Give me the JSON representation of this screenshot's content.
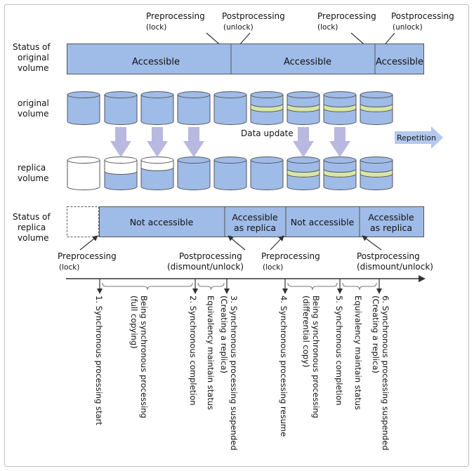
{
  "labels": {
    "status_original_1": "Status of",
    "status_original_2": "original",
    "status_original_3": "volume",
    "original_volume_1": "original",
    "original_volume_2": "volume",
    "replica_volume_1": "replica",
    "replica_volume_2": "volume",
    "status_replica_1": "Status of",
    "status_replica_2": "replica",
    "status_replica_3": "volume"
  },
  "original_status": {
    "segments": [
      "Accessible",
      "Accessible",
      "Accessible"
    ]
  },
  "top_annotations": {
    "pre1_a": "Preprocessing",
    "pre1_b": "(lock)",
    "post1_a": "Postprocessing",
    "post1_b": "(unlock)",
    "pre2_a": "Preprocessing",
    "pre2_b": "(lock)",
    "post2_a": "Postprocessing",
    "post2_b": "(unlock)"
  },
  "middle": {
    "data_update": "Data update",
    "repetition": "Repetition"
  },
  "replica_status": {
    "not_accessible_1": "Not accessible",
    "accessible_replica_1a": "Accessible",
    "accessible_replica_1b": "as replica",
    "not_accessible_2": "Not accessible",
    "accessible_replica_2a": "Accessible",
    "accessible_replica_2b": "as replica"
  },
  "bottom_annotations": {
    "pre1_a": "Preprocessing",
    "pre1_b": "(lock)",
    "post1_a": "Postprocessing",
    "post1_b": "(dismount/unlock)",
    "pre2_a": "Preprocessing",
    "pre2_b": "(lock)",
    "post2_a": "Postprocessing",
    "post2_b": "(dismount/unlock)"
  },
  "timeline": {
    "steps": [
      [
        "1. Synchronous processing start"
      ],
      [
        "Being synchronous processing",
        "(full copying)"
      ],
      [
        "2. Synchronous completion"
      ],
      [
        "Equivalency maintain status"
      ],
      [
        "3. Synchronous processing suspended",
        "(Creating a replica)"
      ],
      [
        "4. Synchronous processing resume"
      ],
      [
        "Being synchronous processing",
        "(differential copy)"
      ],
      [
        "5. Synchronous completion"
      ],
      [
        "Equivalency maintain status"
      ],
      [
        "6. Synchronous processing suspended",
        "(Creating a replica)"
      ]
    ]
  },
  "colors": {
    "volume_blue": "#9fbbe8",
    "update_band": "#d8e6a6",
    "arrow_fill": "#b8b8e0",
    "repetition_fill": "#b3c9ee"
  }
}
